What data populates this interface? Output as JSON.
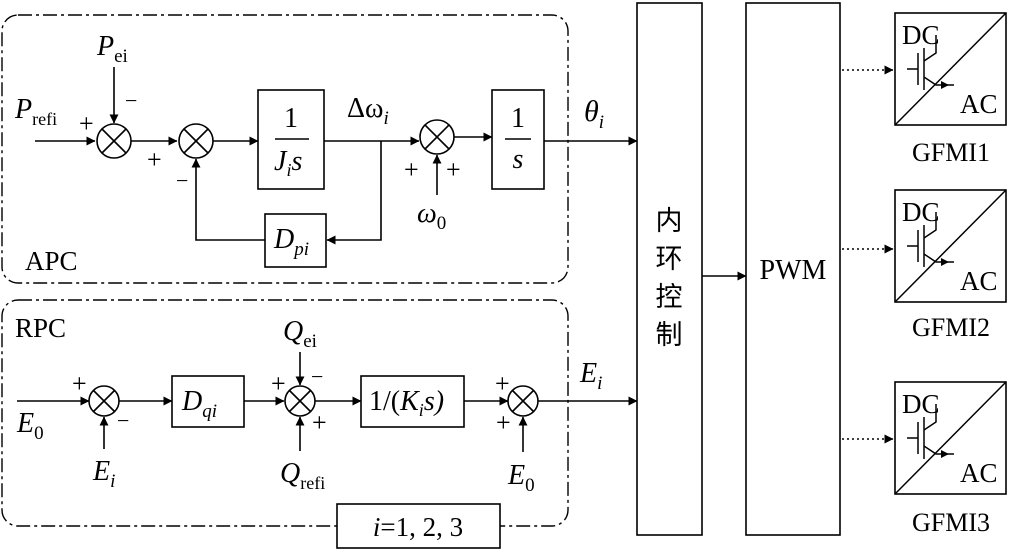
{
  "apc": {
    "label": "APC",
    "p_ei_main": "P",
    "p_ei_sub": "ei",
    "p_ref_main": "P",
    "p_ref_sub": "refi",
    "j_block_num": "1",
    "j_block_den": "J",
    "j_block_den_sub": "i",
    "j_block_den_s": "s",
    "delta_omega": "Δω",
    "delta_omega_sub": "i",
    "integrator_num": "1",
    "integrator_den": "s",
    "theta": "θ",
    "theta_sub": "i",
    "omega0_main": "ω",
    "omega0_sub": "0",
    "damping_main": "D",
    "damping_sub": "pi"
  },
  "rpc": {
    "label": "RPC",
    "q_ei_main": "Q",
    "q_ei_sub": "ei",
    "q_ref_main": "Q",
    "q_ref_sub": "refi",
    "e0_main": "E",
    "e0_sub": "0",
    "ei_main": "E",
    "ei_sub": "i",
    "dq_main": "D",
    "dq_sub": "qi",
    "k_block_pre": "1/(",
    "k_block_k": "K",
    "k_block_ksub": "i",
    "k_block_post": "s)",
    "e_out_main": "E",
    "e_out_sub": "i",
    "e0_right_main": "E",
    "e0_right_sub": "0",
    "index_note_var": "i",
    "index_note_rest": "=1, 2, 3"
  },
  "signs": {
    "plus": "+",
    "minus": "−"
  },
  "inner_loop_label": [
    "内",
    "环",
    "控",
    "制"
  ],
  "pwm_label": "PWM",
  "inverters": [
    {
      "dc": "DC",
      "ac": "AC",
      "name": "GFMI1"
    },
    {
      "dc": "DC",
      "ac": "AC",
      "name": "GFMI2"
    },
    {
      "dc": "DC",
      "ac": "AC",
      "name": "GFMI3"
    }
  ]
}
